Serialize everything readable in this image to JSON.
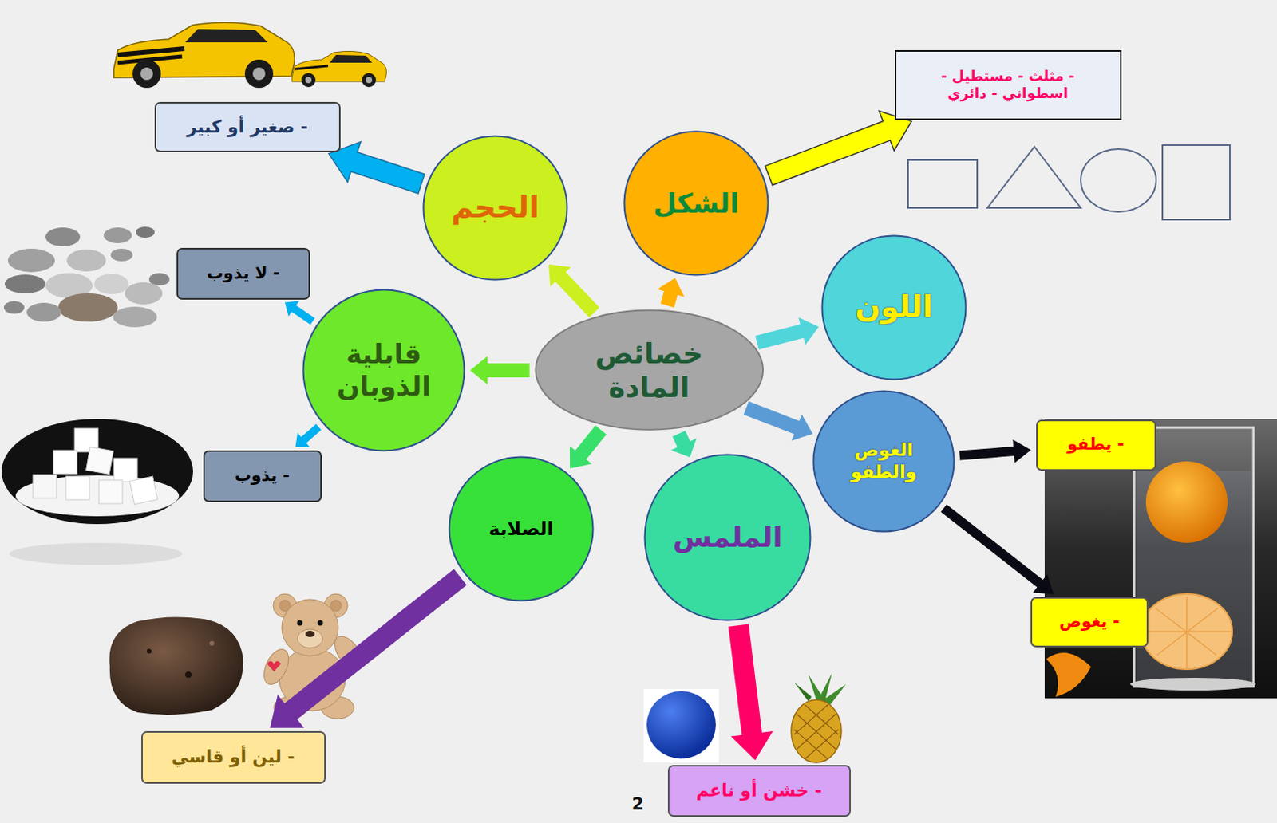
{
  "diagram": {
    "nodes": [
      {
        "text": [
          "خصائص المادة"
        ]
      },
      {
        "text": [
          "الحجم"
        ]
      },
      {
        "text": [
          "الشكل"
        ]
      },
      {
        "text": [
          "اللون"
        ]
      },
      {
        "text": [
          "قابلية الذوبان"
        ]
      },
      {
        "text": [
          "الغوص والطفو"
        ]
      },
      {
        "text": [
          "الصلابة"
        ]
      },
      {
        "text": [
          "الملمس"
        ]
      },
      {
        "text": [
          "- صغير أو كبير"
        ]
      },
      {
        "text": [
          "- مثلث - مستطيل - اسطواني - دائري"
        ]
      },
      {
        "text": [
          "- لا يذوب"
        ]
      },
      {
        "text": [
          "- يذوب"
        ]
      },
      {
        "text": [
          "- يطفو"
        ]
      },
      {
        "text": [
          "- يغوص"
        ]
      },
      {
        "text": [
          "- لين أو قاسي"
        ]
      },
      {
        "text": [
          "- خشن أو ناعم"
        ]
      }
    ],
    "edges": [
      {
        "from": 0,
        "to": 1,
        "arrow": "to"
      },
      {
        "from": 0,
        "to": 2,
        "arrow": "to"
      },
      {
        "from": 0,
        "to": 3,
        "arrow": "to"
      },
      {
        "from": 0,
        "to": 4,
        "arrow": "to"
      },
      {
        "from": 0,
        "to": 5,
        "arrow": "to"
      },
      {
        "from": 0,
        "to": 6,
        "arrow": "to"
      },
      {
        "from": 0,
        "to": 7,
        "arrow": "to"
      },
      {
        "from": 1,
        "to": 8,
        "arrow": "to"
      },
      {
        "from": 2,
        "to": 9,
        "arrow": "to"
      },
      {
        "from": 4,
        "to": 10,
        "arrow": "to"
      },
      {
        "from": 4,
        "to": 11,
        "arrow": "to"
      },
      {
        "from": 5,
        "to": 12,
        "arrow": "to"
      },
      {
        "from": 5,
        "to": 13,
        "arrow": "to"
      },
      {
        "from": 6,
        "to": 14,
        "arrow": "to"
      },
      {
        "from": 7,
        "to": 15,
        "arrow": "to"
      }
    ],
    "labels": [
      "2"
    ]
  }
}
